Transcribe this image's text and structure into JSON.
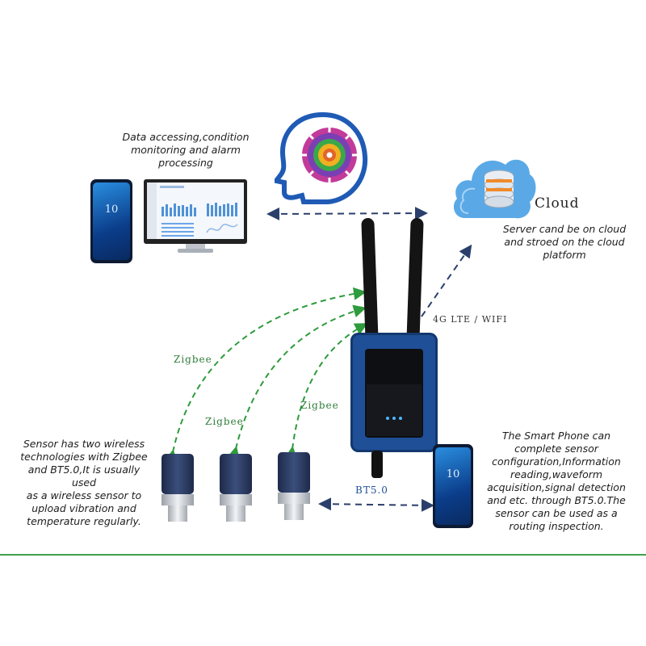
{
  "text": {
    "data_processing": "Data accessing,condition\nmonitoring and alarm\nprocessing",
    "cloud_title": "Cloud",
    "cloud_desc": "Server cand be on cloud\nand stroed on the cloud\nplatform",
    "link_4g": "4G LTE / WIFI",
    "zigbee_1": "Zigbee",
    "zigbee_2": "Zigbee",
    "zigbee_3": "Zigbee",
    "bt_link": "BT5.0",
    "sensor_desc": "Sensor has two wireless\ntechnologies with Zigbee\nand BT5.0,It is usually used\nas a wireless sensor to\nupload vibration and\ntemperature regularly.",
    "phone_desc": "The Smart Phone can\ncomplete sensor\nconfiguration,Information\nreading,waveform\nacquisition,signal detection\nand etc. through BT5.0.The\nsensor can be used as a\nrouting inspection."
  },
  "phone_screen_text": "10",
  "colors": {
    "gateway_blue": "#1f4f96",
    "gateway_dark": "#13386e",
    "zigbee_green": "#2e9b3c",
    "link_navy": "#2a3f6b",
    "cloud_blue": "#5aa9e6",
    "divider_green": "#3fa04a"
  }
}
